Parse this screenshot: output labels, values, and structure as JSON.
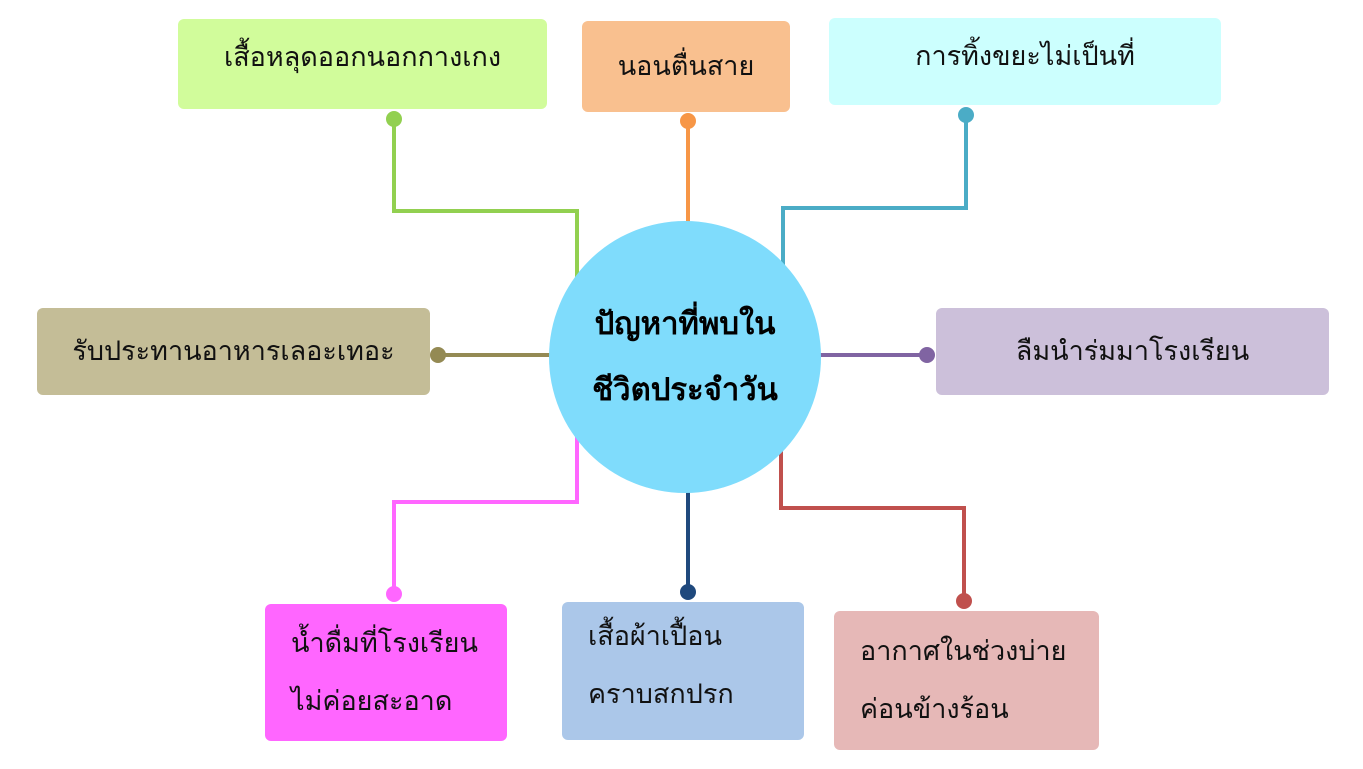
{
  "center": {
    "line1": "ปัญหาที่พบใน",
    "line2": "ชีวิตประจำวัน",
    "color": "#7fdcfc"
  },
  "nodes": [
    {
      "lines": [
        "เสื้อหลุดออกนอกกางเกง"
      ],
      "fill": "#d1fc9b",
      "line": "#92d050"
    },
    {
      "lines": [
        "นอนตื่นสาย"
      ],
      "fill": "#f9c08f",
      "line": "#f79646"
    },
    {
      "lines": [
        "การทิ้งขยะไม่เป็นที่"
      ],
      "fill": "#ccfffe",
      "line": "#4bacc6"
    },
    {
      "lines": [
        "รับประทานอาหารเลอะเทอะ"
      ],
      "fill": "#c4bd97",
      "line": "#948a54"
    },
    {
      "lines": [
        "ลืมนำร่มมาโรงเรียน"
      ],
      "fill": "#ccc0da",
      "line": "#8064a2"
    },
    {
      "lines": [
        "น้ำดื่มที่โรงเรียน",
        "ไม่ค่อยสะอาด"
      ],
      "fill": "#ff66ff",
      "line": "#ff66ff"
    },
    {
      "lines": [
        "เสื้อผ้าเปื้อน",
        "คราบสกปรก"
      ],
      "fill": "#abc7e9",
      "line": "#1f497d"
    },
    {
      "lines": [
        "อากาศในช่วงบ่าย",
        "ค่อนข้างร้อน"
      ],
      "fill": "#e6b8b7",
      "line": "#c0504d"
    }
  ]
}
